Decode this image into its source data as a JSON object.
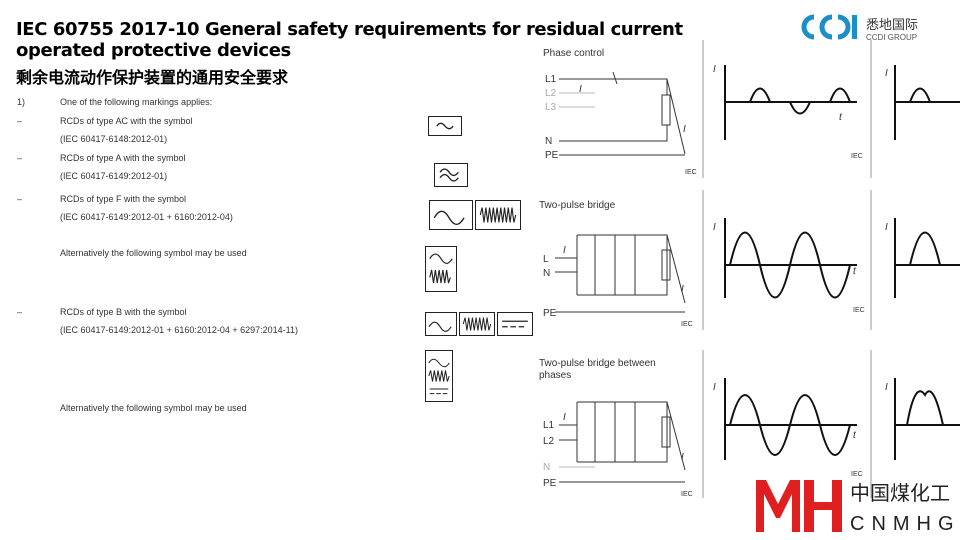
{
  "header": {
    "title": "IEC 60755 2017-10 General safety requirements for residual current operated protective devices",
    "subtitle": "剩余电流动作保护装置的通用安全要求"
  },
  "logo_top": {
    "cn": "悉地国际",
    "en": "CCDI GROUP"
  },
  "logo_bottom": {
    "cn": "中国煤化工",
    "en": "CNMHG"
  },
  "list": [
    {
      "marker": "1)",
      "text": "One of the following markings applies:"
    },
    {
      "marker": "–",
      "text": "RCDs of type AC with the symbol"
    },
    {
      "marker": "",
      "text": "(IEC 60417-6148:2012-01)"
    },
    {
      "marker": "–",
      "text": "RCDs of type A with the symbol"
    },
    {
      "marker": "",
      "text": "(IEC 60417-6149:2012-01)"
    },
    {
      "marker": "–",
      "text": "RCDs of type F with the symbol"
    },
    {
      "marker": "",
      "text": "(IEC 60417-6149:2012-01 + 6160:2012-04)"
    },
    {
      "marker": "",
      "text": "Alternatively the following symbol may be used"
    },
    {
      "marker": "–",
      "text": "RCDs of type B with the symbol"
    },
    {
      "marker": "",
      "text": "(IEC 60417-6149:2012-01 + 6160:2012-04 + 6297:2014-11)"
    },
    {
      "marker": "",
      "text": "Alternatively the following symbol may be used"
    }
  ],
  "panels": [
    {
      "title": "Phase control",
      "lines": [
        "L1",
        "L2",
        "L3",
        "N",
        "PE"
      ],
      "il": "I",
      "il_sub": "L",
      "if": "I",
      "if_sub": "F",
      "t": "t",
      "iec": "IEC"
    },
    {
      "title": "Two-pulse bridge",
      "lines": [
        "L",
        "N",
        "PE"
      ],
      "il": "I",
      "il_sub": "L",
      "if": "I",
      "if_sub": "F",
      "t": "t",
      "iec": "IEC"
    },
    {
      "title": "Two-pulse bridge between",
      "title2": "phases",
      "lines": [
        "L1",
        "L2",
        "N",
        "PE"
      ],
      "il": "I",
      "il_sub": "L",
      "if": "I",
      "if_sub": "F",
      "t": "t",
      "iec": "IEC"
    }
  ],
  "colors": {
    "logo_blue": "#1a8fc9",
    "logo_red": "#e02020"
  }
}
